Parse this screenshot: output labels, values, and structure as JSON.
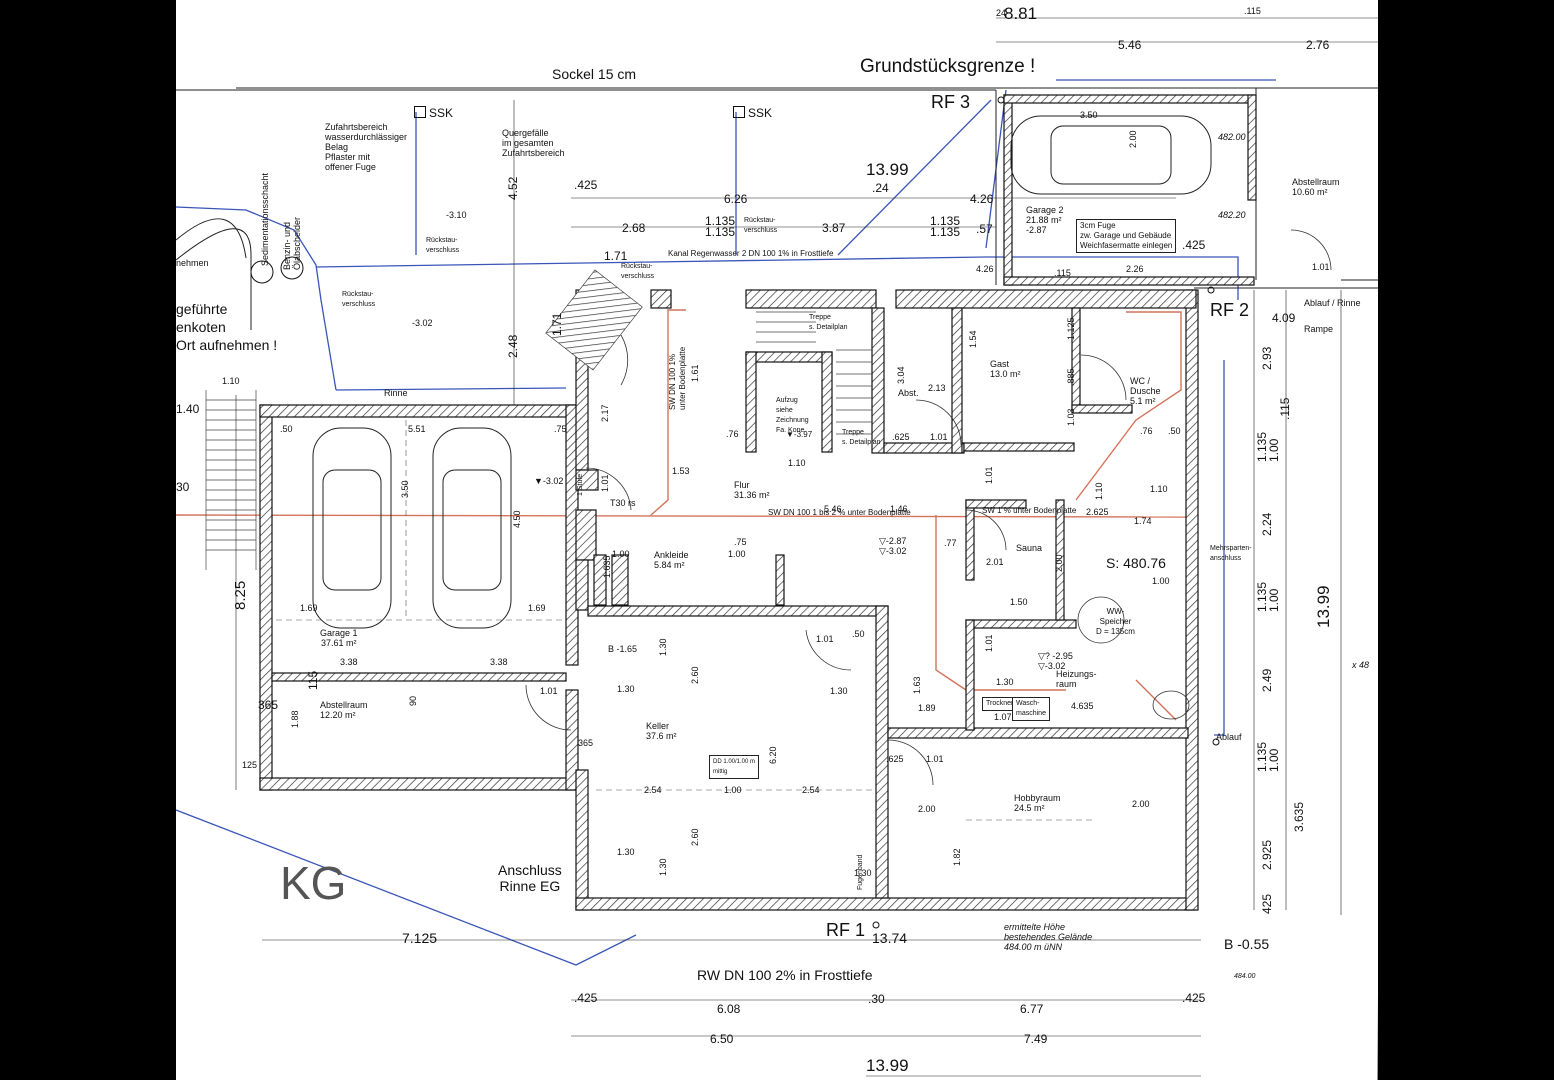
{
  "header": {
    "dim_total_top": "8.81",
    "dim_24_top": "24",
    "dim_115_top": ".115",
    "dim_546": "5.46",
    "dim_276": "2.76",
    "sockel": "Sockel 15 cm",
    "boundary": "Grundstücksgrenze !",
    "rf3": "RF 3"
  },
  "site": {
    "ssk": "SSK",
    "zufahrt": "Zufahrtsbereich\nwasserdurchlässiger\nBelag\nPflaster mit\noffener Fuge",
    "quergefaelle": "Quergefälle\nim gesamten\nZufahrtsbereich",
    "rueckstau": "Rückstau-\nverschluss",
    "kanal": "Kanal Regenwasser 2  DN 100 1% in Frosttiefe",
    "sediment": "Sedimentationsschacht",
    "benzin": "Benzin- und\nÖlabscheider",
    "nehmen": "nehmen",
    "gefuehrte": "geführte\nenkoten\nOrt aufnehmen !",
    "lvl_310": "-3.10",
    "lvl_302a": "-3.02",
    "rinne": "Rinne",
    "dim_452": "4.52",
    "dim_248": "2.48",
    "dim_171": "1.71",
    "dim_171b": "1.71",
    "dim_140": "1.40",
    "dim_30": "30",
    "dim_110": "1.10",
    "dim_825": "8.25",
    "anschluss": "Anschluss\nRinne EG",
    "kg": "KG",
    "rw": "RW DN 100 2% in Frosttiefe",
    "rf1": "RF 1",
    "rf2": "RF 2",
    "b055": "B -0.55",
    "b165": "B -1.65",
    "ermittelt": "ermittelte Höhe\nbestehendes Gelände\n484.00 m üNN",
    "v484": "484.00",
    "x48": "x  48",
    "ablauf": "Ablauf",
    "ablauf_rinne": "Ablauf / Rinne",
    "rampe": "Rampe",
    "v48200": "482.00",
    "v48220": "482.20",
    "fuge": "3cm Fuge\nzw. Garage und Gebäude\nWeichfasermatte einlegen",
    "sw_100": "SW DN 100 1 bis 2 % unter Bodenplatte",
    "sw_1": "SW  1 % unter Bodenplatte",
    "sw_vert": "SW DN 100 1%\nunter Bodenplatte",
    "mehrsparten": "Mehrsparten-\nanschluss",
    "s48076": "S: 480.76",
    "treppe1": "Treppe\ns. Detailplan",
    "treppe2": "Treppe\ns. Detailplan",
    "aufzug": "Aufzug\nsiehe\nZeichnung\nFa. Kone",
    "lvl_397": "▼-3.97",
    "lvl_287": "▽-2.87\n▽-3.02",
    "lvl_295": "▽? -2.95\n▽-3.02",
    "lvl_302b": "▼-3.02",
    "t30": "T30 rs",
    "stufe": "1 Stufe",
    "fugenband": "Fugenband",
    "dd": "DD 1.00/1.00 m\nmittig",
    "ww": "WW-\nSpeicher\nD = 135cm",
    "trockner": "Trockner",
    "wasch": "Wasch-\nmaschine"
  },
  "rooms": {
    "garage1": "Garage 1\n37.61 m²",
    "abstell1": "Abstellraum\n12.20 m²",
    "garage2": "Garage 2\n21.88 m²\n-2.87",
    "abstell2": "Abstellraum\n10.60 m²",
    "gast": "Gast\n13.0 m²",
    "wc": "WC /\nDusche\n5.1 m²",
    "abst": "Abst.",
    "flur": "Flur\n31.36 m²",
    "ankleide": "Ankleide\n5.84 m²",
    "sauna": "Sauna",
    "heizung": "Heizungs-\nraum",
    "keller": "Keller\n37.6 m²",
    "hobby": "Hobbyraum\n24.5 m²"
  },
  "dims": {
    "d425a": ".425",
    "d626": "6.26",
    "d24": ".24",
    "d426": "4.26",
    "d1399a": "13.99",
    "d268": "2.68",
    "d1135a": "1.135\n1.135",
    "d387": "3.87",
    "d1135b": "1.135\n1.135",
    "d57": ".57",
    "d350": "3.50",
    "d200": "2.00",
    "d426b": "4.26",
    "d115b": ".115",
    "d226": "2.26",
    "d101a": "1.01",
    "d425b": ".425",
    "d409": "4.09",
    "d293": "2.93",
    "d115c": ".115",
    "d1135c": "1.135\n1.00",
    "d224": "2.24",
    "d1135d": "1.135\n1.00",
    "d1399b": "13.99",
    "d249": "2.49",
    "d1135e": "1.135\n1.00",
    "d3635": "3.635",
    "d2925": "2.925",
    "d425c": "425",
    "d551": "5.51",
    "d50": ".50",
    "d75": ".75",
    "d350b": "3.50",
    "d450": "4.50",
    "d169a": "1.69",
    "d169b": "1.69",
    "d338a": "3.38",
    "d338b": "3.38",
    "d365a": "365",
    "d101b": "1.01",
    "d188": "1.88",
    "d90": "90",
    "d115d": "115",
    "d365b": "365",
    "d125": "125",
    "d7125": "7.125",
    "d1374": "13.74",
    "d608": "6.08",
    "d30": ".30",
    "d677": "6.77",
    "d425d": ".425",
    "d425e": ".425",
    "d650": "6.50",
    "d749": "7.49",
    "d1399c": "13.99",
    "d213": "2.13",
    "d101c": "1.01",
    "d625": ".625",
    "d153": "1.53",
    "d110a": "1.10",
    "d76": ".76",
    "d161": "1.61",
    "d304": "3.04",
    "d217": "2.17",
    "d101d": "1.01",
    "d100a": "1.00",
    "d1635": "1.635",
    "d75b": ".75",
    "d100b": "1.00",
    "d546": "5.46",
    "d146": "1.46",
    "d77": ".77",
    "d201": "2.01",
    "d200b": "2.00",
    "d150": "1.50",
    "d2625": "2.625",
    "d174": "1.74",
    "d110b": "1.10",
    "d100c": "1.00",
    "d130a": "1.30",
    "d107": "1.07",
    "d4635": "4.635",
    "d189": "1.89",
    "d163": "1.63",
    "d130b": "1.30",
    "d130c": "1.30",
    "d260a": "2.60",
    "d254a": "2.54",
    "d100d": "1.00",
    "d254b": "2.54",
    "d620": "6.20",
    "d130d": "1.30",
    "d260b": "2.60",
    "d130e": "1.30",
    "d101e": "1.01",
    "d50b": ".50",
    "d130f": "1.30",
    "d182": "1.82",
    "d200c": "2.00",
    "d200d": "2.00",
    "d625b": ".625",
    "d101f": "1.01",
    "d130g": "1.30",
    "d1125": "1.125",
    "d885": ".885",
    "d103": "1.03",
    "d154": "1.54",
    "d76b": ".76",
    "d50c": ".50",
    "d101g": "1.01",
    "d101h": "1.01",
    "d110c": "1.10"
  }
}
